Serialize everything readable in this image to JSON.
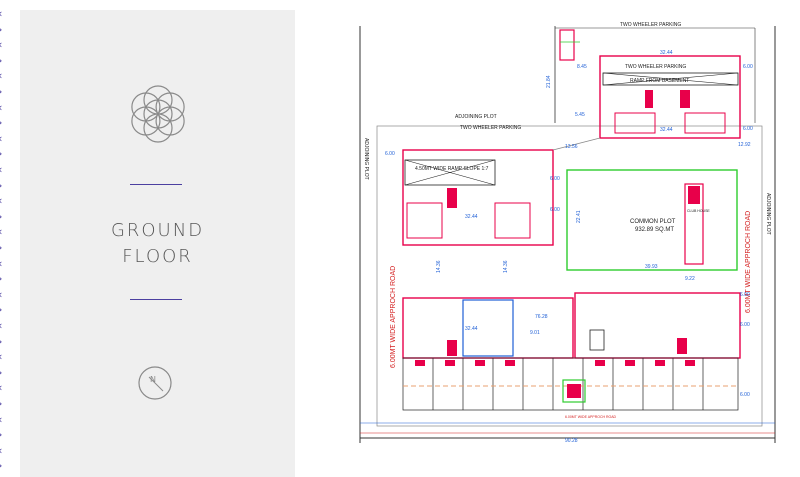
{
  "panel": {
    "title_line1": "GROUND",
    "title_line2": "FLOOR",
    "compass_letter": "N"
  },
  "icons": {
    "logo": "flower-of-life-icon",
    "compass": "north-compass-icon",
    "edge_pattern": "chevron-left-icon"
  },
  "colors": {
    "accent": "#4b3fa0",
    "panel_bg": "#efefef",
    "title_text": "#555555",
    "plan_walls": "#e8004a",
    "plan_green": "#2ecc2e",
    "plan_blue": "#1f5fd6",
    "plan_red_text": "#d42020"
  },
  "plan": {
    "labels": {
      "two_wheeler_top": "TWO WHEELER PARKING",
      "two_wheeler_inner": "TWO WHEELER PARKING",
      "two_wheeler_mid": "TWO WHEELER PARKING",
      "ramp": "RAMP FROM BASEMENT",
      "ramp2": "4.50MT WIDE RAMP SLOPE 1:7",
      "adjoining_top": "ADJOINING PLOT",
      "adjoining_left": "ADJOINING PLOT",
      "adjoining_right": "ADJOINING PLOT",
      "road_left": "6.00MT WIDE APPROCH ROAD",
      "road_right": "6.00MT WIDE APPROCH ROAD",
      "common_plot": "COMMON PLOT",
      "common_area": "932.89 SQ.MT",
      "club": "CLUB HOUSE",
      "gate": "6.00MT WIDE APPROCH ROAD"
    },
    "dims": {
      "d1": "32.44",
      "d2": "8.45",
      "d3": "21.84",
      "d4": "32.44",
      "d5": "6.00",
      "d6": "5.45",
      "d7": "6.00",
      "d8": "13.56",
      "d9": "6.00",
      "d10": "32.44",
      "d11": "6.00",
      "d12": "22.41",
      "d13": "39.93",
      "d14": "14.36",
      "d15": "14.36",
      "d16": "76.28",
      "d17": "32.44",
      "d18": "9.01",
      "d19": "9.22",
      "d20": "6.00",
      "d21": "90.28",
      "d22": "6.00",
      "d23": "12.92",
      "d24": "6.00",
      "d25": "6.00"
    }
  }
}
